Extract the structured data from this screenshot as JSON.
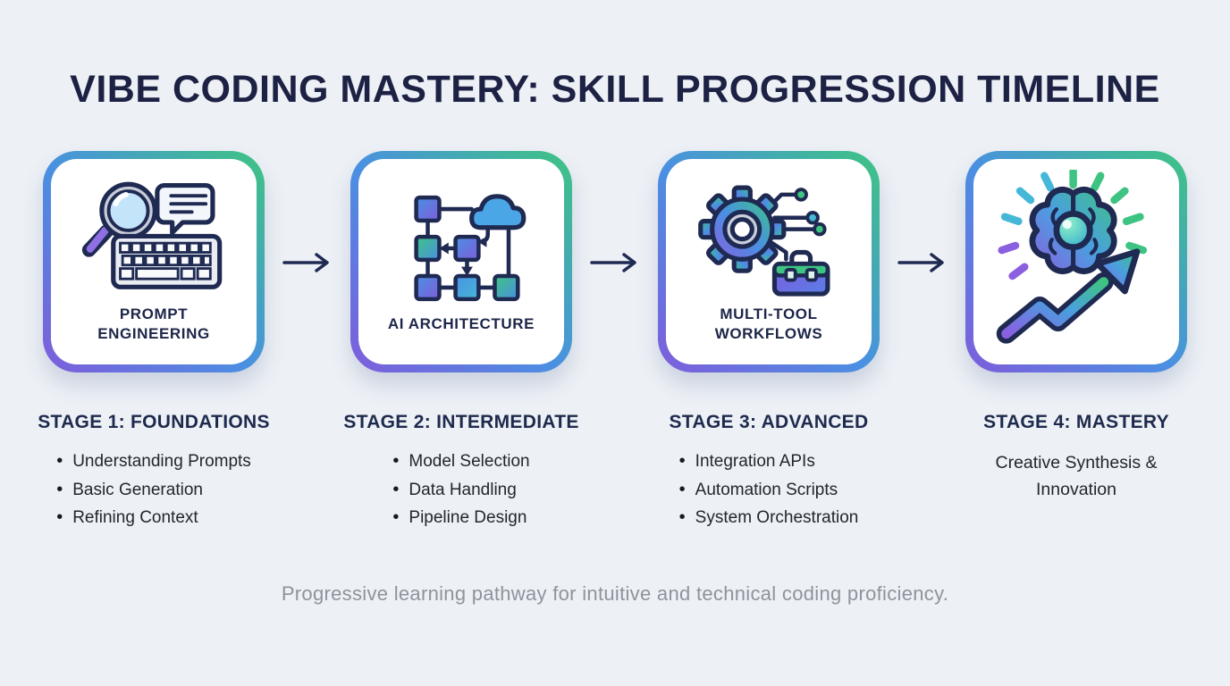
{
  "page": {
    "title": "VIBE CODING MASTERY: SKILL PROGRESSION TIMELINE",
    "footer": "Progressive learning pathway for intuitive and technical coding proficiency."
  },
  "colors": {
    "background": "#edf1f6",
    "outline_navy": "#1f2a52",
    "title_navy": "#1d2245",
    "accent_green": "#3ec482",
    "accent_blue": "#4a90e2",
    "accent_sky": "#4ba6e8",
    "accent_purple": "#7e5ddb",
    "body_text": "#23262c",
    "footer_gray": "#8e939c"
  },
  "icons": {
    "stage1": "magnifier-keyboard-chat-icon",
    "stage2": "flowchart-cloud-icon",
    "stage3": "gear-circuit-toolbox-icon",
    "stage4": "brain-growth-arrow-icon",
    "connector": "right-arrow-icon"
  },
  "stages": [
    {
      "card_label": "PROMPT ENGINEERING",
      "heading": "STAGE 1: FOUNDATIONS",
      "bullets": [
        "Understanding Prompts",
        "Basic Generation",
        "Refining Context"
      ]
    },
    {
      "card_label": "AI ARCHITECTURE",
      "heading": "STAGE 2: INTERMEDIATE",
      "bullets": [
        "Model Selection",
        "Data Handling",
        "Pipeline Design"
      ]
    },
    {
      "card_label": "MULTI-TOOL WORKFLOWS",
      "heading": "STAGE 3: ADVANCED",
      "bullets": [
        "Integration APIs",
        "Automation Scripts",
        "System Orchestration"
      ]
    },
    {
      "card_label": "",
      "heading": "STAGE 4: MASTERY",
      "bullets": [],
      "note": "Creative Synthesis & Innovation"
    }
  ]
}
